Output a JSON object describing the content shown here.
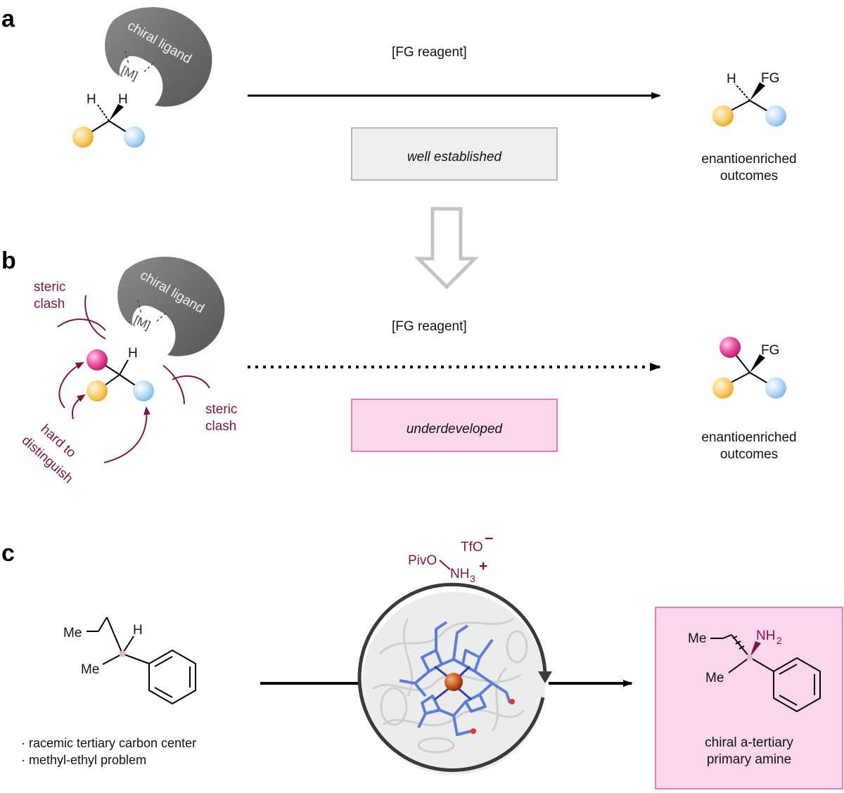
{
  "panels": {
    "a": "a",
    "b": "b",
    "c": "c"
  },
  "panel_a": {
    "ligand_label": "chiral ligand",
    "metal": "[M]",
    "h_left": "H",
    "h_right": "H",
    "reagent": "[FG reagent]",
    "status": "well established",
    "product_h": "H",
    "product_fg": "FG",
    "outcome_line1": "enantioenriched",
    "outcome_line2": "outcomes"
  },
  "panel_b": {
    "ligand_label": "chiral ligand",
    "metal": "[M]",
    "h": "H",
    "steric_left_1": "steric",
    "steric_left_2": "clash",
    "steric_right_1": "steric",
    "steric_right_2": "clash",
    "hard_1": "hard to",
    "hard_2": "distinguish",
    "reagent": "[FG reagent]",
    "status": "underdeveloped",
    "product_fg": "FG",
    "outcome_line1": "enantioenriched",
    "outcome_line2": "outcomes"
  },
  "panel_c": {
    "substrate_me1": "Me",
    "substrate_me2": "Me",
    "substrate_h": "H",
    "bullet1": "· racemic tertiary carbon center",
    "bullet2": "· methyl-ethyl problem",
    "reagent_pivo": "PivO",
    "reagent_nh3": "NH",
    "reagent_sub3": "3",
    "reagent_plus": "+",
    "reagent_tfo": "TfO",
    "reagent_minus": "–",
    "product_me1": "Me",
    "product_me2": "Me",
    "product_nh2": "NH",
    "product_sub2": "2",
    "product_line1": "chiral a-tertiary",
    "product_line2": "primary amine"
  },
  "colors": {
    "maroon": "#7a1645",
    "pink_box": "#fbd6ec",
    "pink_border": "#e87bb8",
    "gray_box": "#efefef",
    "gray_border": "#b5b5b5",
    "ligand": "#6e6e6e",
    "yellow_ball": "#f7c55a",
    "blue_ball": "#a9d4f5",
    "pink_ball": "#e2338f",
    "heme_blue": "#5b7fd6",
    "iron": "#c0561d"
  }
}
